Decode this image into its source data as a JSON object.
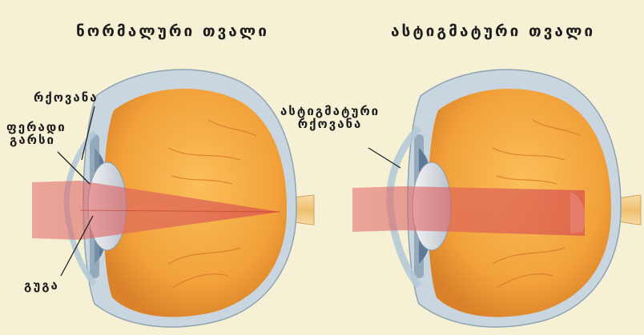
{
  "titles": {
    "normal": "ნორმალური თვალი",
    "astigmatic": "ასტიგმატური თვალი"
  },
  "labels": {
    "cornea": "რქოვანა",
    "iris_line1": "ფერადი",
    "iris_line2": "გარსი",
    "pupil": "გუგა",
    "astig_cornea_line1": "ასტიგმატური",
    "astig_cornea_line2": "რქოვანა"
  },
  "colors": {
    "background": "#f6f0d4",
    "eyeball": "#f2a13a",
    "sclera": "#c9d6df",
    "beam": "#d9534f",
    "lens": "#d9dee3",
    "optic_nerve": "#f2cf8e"
  }
}
